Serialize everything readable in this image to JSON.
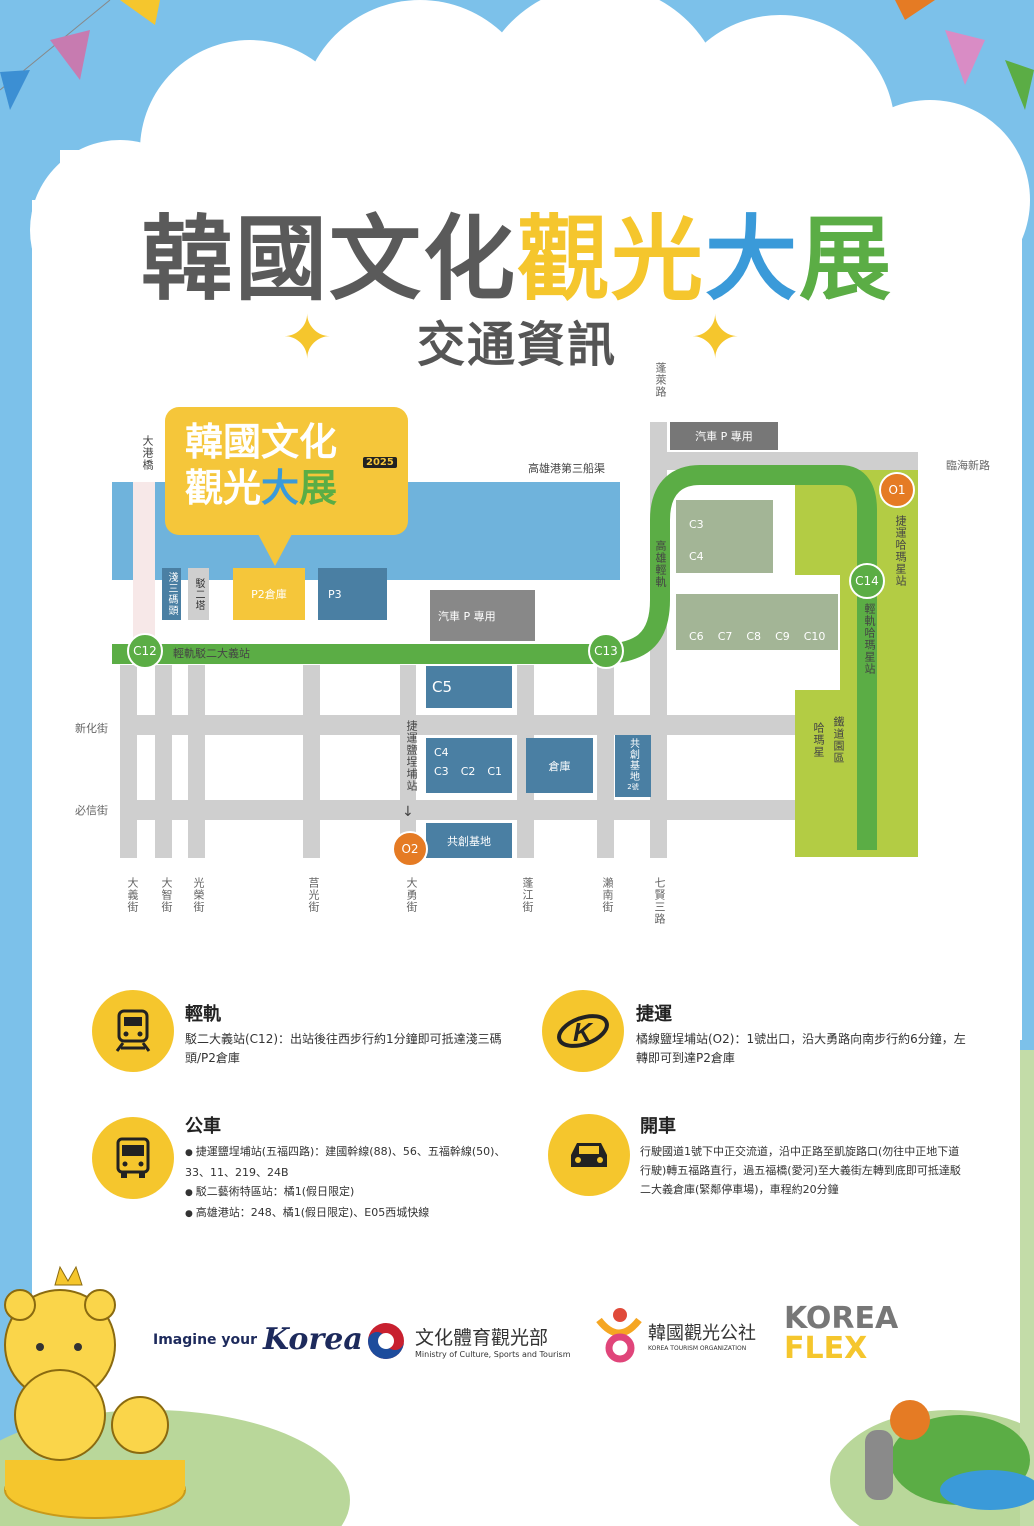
{
  "title": {
    "part1": "韓國文化",
    "part2": "觀光",
    "part3": "大",
    "part4": "展"
  },
  "subtitle": "交通資訊",
  "map": {
    "badge": {
      "line1": "韓國文化",
      "line2a": "觀光",
      "line2b": "大",
      "line2c": "展",
      "year": "2025"
    },
    "roads": {
      "dagang_bridge": "大港橋",
      "canal": "高雄港第三船渠",
      "penglai": "蓬萊路",
      "linhai": "臨海新路",
      "xinhua": "新化街",
      "bixin": "必信街",
      "bottom": [
        "大義街",
        "大智街",
        "光榮街",
        "莒光街",
        "大勇街",
        "蓬江街",
        "瀨南街",
        "七賢三路"
      ]
    },
    "buildings": {
      "qiansan": "淺三碼頭",
      "bo2tower": "駁二塔",
      "p2": "P2倉庫",
      "p3": "P3",
      "parking1": "汽車 P 專用",
      "parking2": "汽車 P 專用",
      "c5": "C5",
      "c4": "C4",
      "c3c2c1": [
        "C3",
        "C2",
        "C1"
      ],
      "warehouse": "倉庫",
      "cocreate2": "共創基地",
      "cocreate2_no": "2號",
      "cocreate": "共創基地",
      "east_c3": "C3",
      "east_c4": "C4",
      "east_row": [
        "C6",
        "C7",
        "C8",
        "C9",
        "C10"
      ],
      "railpark": "鐵道園區",
      "hamasing": "哈瑪星"
    },
    "stations": {
      "c12": "C12",
      "c12_name": "輕軌駁二大義站",
      "c13": "C13",
      "c14": "C14",
      "c14_name": "輕軌哈瑪星站",
      "o1": "O1",
      "o1_name": "捷運哈瑪星站",
      "o2": "O2",
      "o2_name": "捷運鹽埕埔站",
      "lrt_name": "高雄輕軌"
    }
  },
  "info": {
    "lrt": {
      "title": "輕軌",
      "text": "駁二大義站(C12)：出站後往西步行約1分鐘即可抵達淺三碼頭/P2倉庫"
    },
    "mrt": {
      "title": "捷運",
      "text": "橘線鹽埕埔站(O2)：1號出口，沿大勇路向南步行約6分鐘，左轉即可到達P2倉庫"
    },
    "bus": {
      "title": "公車",
      "items": [
        "捷運鹽埕埔站(五福四路)：建國幹線(88)、56、五福幹線(50)、33、11、219、24B",
        "駁二藝術特區站：橘1(假日限定)",
        "高雄港站：248、橘1(假日限定)、E05西城快線"
      ]
    },
    "car": {
      "title": "開車",
      "text": "行駛國道1號下中正交流道，沿中正路至凱旋路口(勿往中正地下道行駛)轉五福路直行，過五福橋(愛河)至大義街左轉到底即可抵達駁二大義倉庫(緊鄰停車場)，車程約20分鐘"
    }
  },
  "logos": {
    "imagine": "Imagine your",
    "korea_script": "Korea",
    "ministry_zh": "文化體育觀光部",
    "ministry_en": "Ministry of Culture, Sports and Tourism",
    "kto_zh": "韓國觀光公社",
    "kto_en": "KOREA TOURISM ORGANIZATION",
    "flex1": "KOREA",
    "flex2": "FLEX"
  },
  "colors": {
    "yellow": "#f5c62d",
    "blue": "#3a9ad9",
    "green": "#5bad45",
    "gray": "#5a5a5a",
    "orange": "#e57b24",
    "sky": "#7cc1ea"
  }
}
